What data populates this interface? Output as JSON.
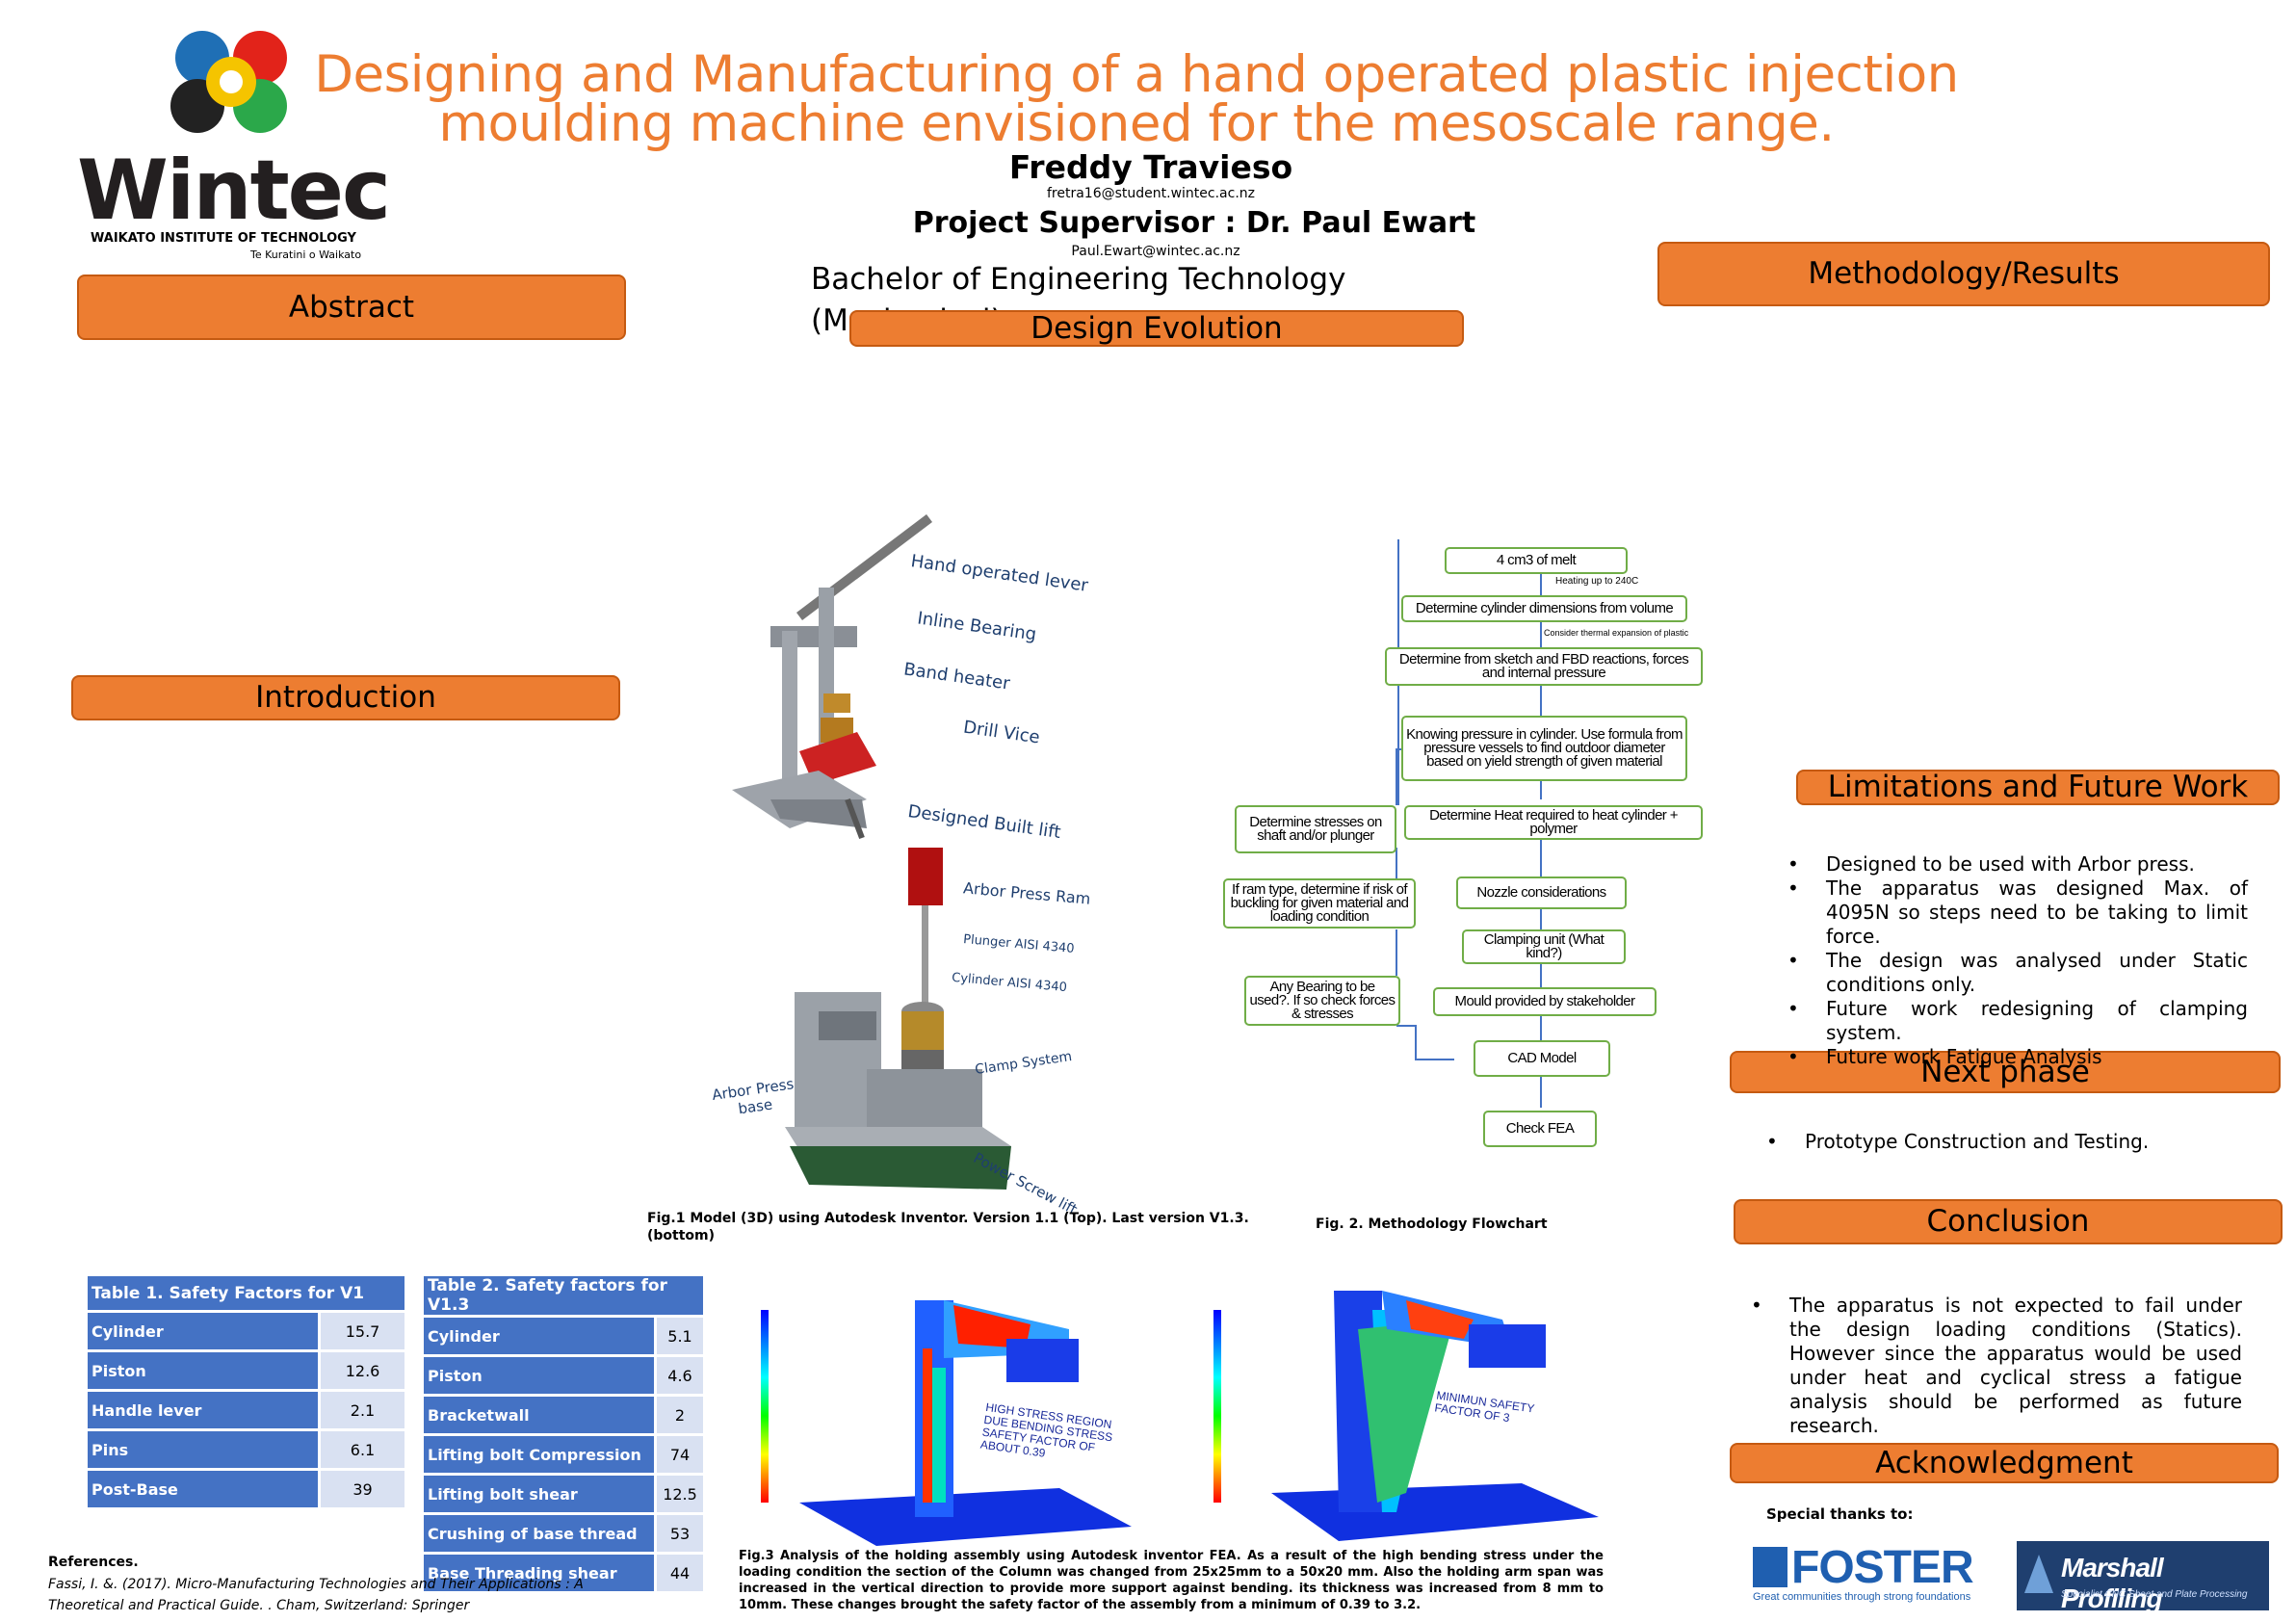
{
  "header": {
    "title_line1": "Designing and Manufacturing of a hand operated plastic injection",
    "title_line2": "moulding machine envisioned for the mesoscale range.",
    "author": "Freddy Travieso",
    "author_email": "fretra16@student.wintec.ac.nz",
    "supervisor": "Project Supervisor : Dr. Paul Ewart",
    "supervisor_email": "Paul.Ewart@wintec.ac.nz",
    "degree_line1": "Bachelor of Engineering Technology",
    "degree_line2": "(Mechanical)"
  },
  "logo": {
    "name": "Wintec",
    "sub1": "WAIKATO INSTITUTE OF TECHNOLOGY",
    "sub2": "Te Kuratini o Waikato"
  },
  "sections": {
    "abstract": "Abstract",
    "introduction": "Introduction",
    "design_evolution": "Design Evolution",
    "methodology": "Methodology/Results",
    "limitations": "Limitations and Future Work",
    "next_phase": "Next phase",
    "conclusion": "Conclusion",
    "acknowledgment": "Acknowledgment"
  },
  "model_labels": {
    "l1": "Hand operated lever",
    "l2": "Inline Bearing",
    "l3": "Band heater",
    "l4": "Drill Vice",
    "l5": "Designed Built lift",
    "l6": "Arbor Press Ram",
    "l7": "Plunger AISI 4340",
    "l8": "Cylinder AISI 4340",
    "l9": "Clamp System",
    "l10": "Arbor Press base",
    "l11": "Power Screw lift"
  },
  "fig1_caption": "Fig.1  Model (3D) using Autodesk Inventor.  Version 1.1 (Top). Last version  V1.3. (bottom)",
  "fig2_caption": "Fig. 2. Methodology Flowchart",
  "flowchart": {
    "n1": "4 cm3 of melt",
    "a1": "Heating up to 240C",
    "n2": "Determine cylinder dimensions from volume",
    "a2": "Consider thermal expansion of plastic",
    "n3": "Determine from sketch and FBD reactions, forces and internal pressure",
    "n4": "Knowing pressure in cylinder. Use formula from pressure vessels to find outdoor diameter based on yield strength of given material",
    "n5": "Determine stresses on shaft and/or plunger",
    "n6": "Determine Heat required to heat cylinder + polymer",
    "n7": "If ram type, determine if risk of buckling for given material and loading condition",
    "n8": "Nozzle considerations",
    "n9": "Clamping unit (What kind?)",
    "n10": "Any Bearing to be used?. If so check forces & stresses",
    "n11": "Mould provided by stakeholder",
    "n12": "CAD Model",
    "n13": "Check FEA"
  },
  "table1": {
    "title": "Table 1. Safety Factors for V1",
    "rows": [
      {
        "label": "Cylinder",
        "value": "15.7"
      },
      {
        "label": "Piston",
        "value": "12.6"
      },
      {
        "label": "Handle lever",
        "value": "2.1"
      },
      {
        "label": "Pins",
        "value": "6.1"
      },
      {
        "label": "Post-Base",
        "value": "39"
      }
    ]
  },
  "table2": {
    "title": "Table 2. Safety factors for V1.3",
    "rows": [
      {
        "label": "Cylinder",
        "value": "5.1"
      },
      {
        "label": "Piston",
        "value": "4.6"
      },
      {
        "label": "Bracketwall",
        "value": "2"
      },
      {
        "label": "Lifting bolt Compression",
        "value": "74"
      },
      {
        "label": "Lifting bolt shear",
        "value": "12.5"
      },
      {
        "label": "Crushing of base thread",
        "value": "53"
      },
      {
        "label": "Base Threading shear",
        "value": "44"
      }
    ]
  },
  "fea": {
    "label_left": "HIGH STRESS REGION DUE BENDING STRESS SAFETY FACTOR OF ABOUT 0.39",
    "label_right": "MINIMUN SAFETY FACTOR OF 3"
  },
  "fig3_caption": "Fig.3 Analysis of the holding assembly using Autodesk inventor FEA. As a result of the high bending stress under the loading condition the section of the Column was changed from 25x25mm to a 50x20 mm. Also the holding arm span was increased in the vertical direction to provide more support against bending. its thickness was increased from 8 mm to 10mm. These changes brought the safety factor of the assembly from a minimum of 0.39 to 3.2.",
  "references": {
    "heading": "References.",
    "line1": "Fassi, I. &. (2017). Micro-Manufacturing Technologies and Their Applications : A",
    "line2": "Theoretical and Practical Guide. . Cham, Switzerland: Springer"
  },
  "limitations_items": [
    "Designed to be used with  Arbor press.",
    "The apparatus was designed  Max. of 4095N so steps need to be taking to limit force.",
    "The design was analysed under Static conditions only.",
    "Future work redesigning of clamping system.",
    "Future work Fatigue Analysis"
  ],
  "next_phase_items": [
    "Prototype Construction and Testing."
  ],
  "conclusion_items": [
    "The apparatus is not expected to fail under the design  loading conditions (Statics). However since the apparatus would be used under heat and cyclical stress a fatigue analysis should be performed as future research."
  ],
  "ack": {
    "thanks": "Special thanks to:",
    "foster": "FOSTER",
    "foster_tag": "Great communities through strong foundations",
    "marshall": "Marshall Profiling",
    "marshall_tag": "Specialist CNC Sheet and Plate Processing"
  },
  "colors": {
    "accent": "#ED7D31",
    "table_header": "#4472C4",
    "table_cell": "#D9E1F2",
    "flow_border": "#70AD47"
  }
}
